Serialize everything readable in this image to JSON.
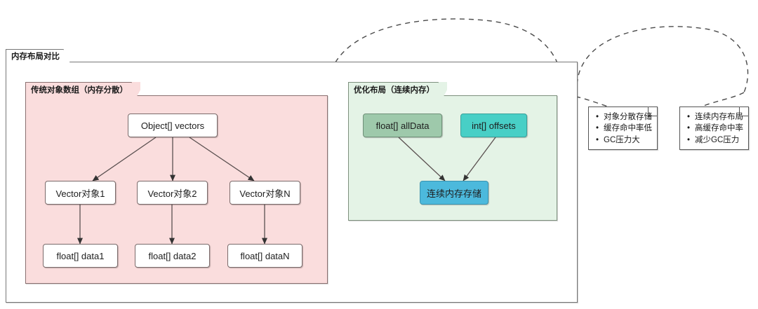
{
  "diagram": {
    "outer_package": {
      "title": "内存布局对比"
    },
    "left_package": {
      "title": "传统对象数组（内存分散）",
      "nodes": {
        "root": "Object[] vectors",
        "mid": [
          "Vector对象1",
          "Vector对象2",
          "Vector对象N"
        ],
        "leaf": [
          "float[] data1",
          "float[] data2",
          "float[] dataN"
        ]
      }
    },
    "right_package": {
      "title": "优化布局（连续内存）",
      "nodes": {
        "alldata": "float[] allData",
        "offsets": "int[] offsets",
        "storage": "连续内存存储"
      }
    },
    "notes": [
      {
        "items": [
          "对象分散存储",
          "缓存命中率低",
          "GC压力大"
        ]
      },
      {
        "items": [
          "连续内存布局",
          "高缓存命中率",
          "减少GC压力"
        ]
      }
    ],
    "colors": {
      "pink_fill": "#fadddd",
      "green_fill": "#e4f3e6",
      "sage_fill": "#9ec9ab",
      "teal_fill": "#48cfc6",
      "blue_fill": "#4cb9dc",
      "edge_stroke": "#4a4a4a",
      "note_border": "#555555"
    }
  }
}
